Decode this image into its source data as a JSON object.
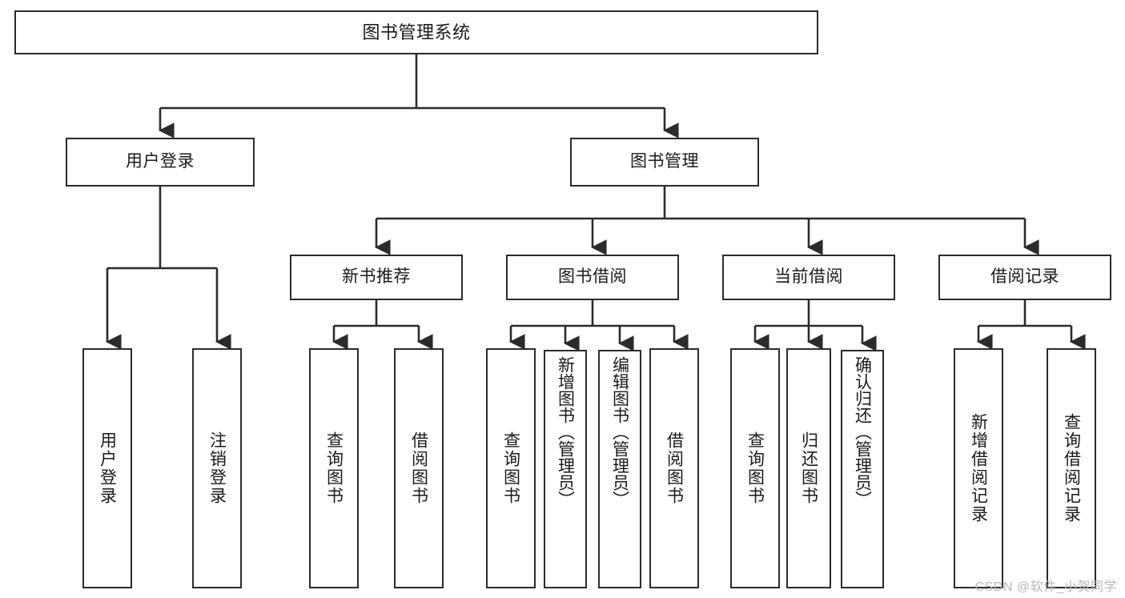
{
  "diagram": {
    "title": "图书管理系统",
    "watermark": "CSDN @软件_小贺同学",
    "style": {
      "border_color": "#2b2b2b",
      "fill_color": "#ffffff",
      "text_color": "#1a1a1a",
      "watermark_color": "#b9b9b9"
    },
    "nodes": {
      "root": {
        "label": "图书管理系统"
      },
      "level2": [
        {
          "label": "用户登录"
        },
        {
          "label": "图书管理"
        }
      ],
      "level3": [
        {
          "label": "新书推荐"
        },
        {
          "label": "图书借阅"
        },
        {
          "label": "当前借阅"
        },
        {
          "label": "借阅记录"
        }
      ],
      "leaves": {
        "user_login": [
          {
            "label": "用户登录"
          },
          {
            "label": "注销登录"
          }
        ],
        "new_book_recommend": [
          {
            "label": "查询图书"
          },
          {
            "label": "借阅图书"
          }
        ],
        "book_borrow": [
          {
            "label": "查询图书"
          },
          {
            "label": "新增图书（管理员）"
          },
          {
            "label": "编辑图书（管理员）"
          },
          {
            "label": "借阅图书"
          }
        ],
        "current_borrow": [
          {
            "label": "查询图书"
          },
          {
            "label": "归还图书"
          },
          {
            "label": "确认归还（管理员）"
          }
        ],
        "borrow_record": [
          {
            "label": "新增借阅记录"
          },
          {
            "label": "查询借阅记录"
          }
        ]
      }
    }
  }
}
